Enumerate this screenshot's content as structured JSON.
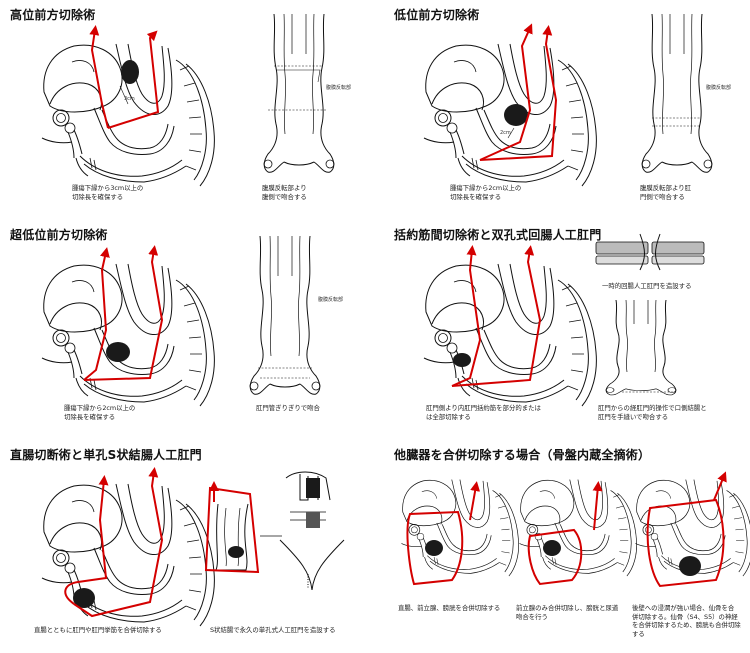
{
  "panels": [
    {
      "title": "高位前方切除術",
      "caption1": "腫瘍下縁から3cm以上の\n切除長を確保する",
      "caption2": "腹膜反転部より\n腹側で吻合する",
      "label_margin": "3cm",
      "label_refl": "腹膜反転部"
    },
    {
      "title": "低位前方切除術",
      "caption1": "腫瘍下縁から2cm以上の\n切除長を確保する",
      "caption2": "腹膜反転部より肛\n門側で吻合する",
      "label_margin": "2cm",
      "label_refl": "腹膜反転部"
    },
    {
      "title": "超低位前方切除術",
      "caption1": "腫瘍下縁から2cm以上の\n切除長を確保する",
      "caption2": "肛門管ぎりぎりで吻合",
      "label_refl": "腹膜反転部"
    },
    {
      "title": "括約筋間切除術と双孔式回腸人工肛門",
      "caption1": "肛門側より内肛門括約筋を部分的または\nは全部切除する",
      "caption2": "一時的回腸人工肛門を造設する",
      "caption3": "肛門からの経肛門的操作で口側結腸と\n肛門を手縫いで吻合する"
    },
    {
      "title": "直腸切断術と単孔S状結腸人工肛門",
      "caption1": "直腸とともに肛門や肛門挙筋を合併切除する",
      "caption2": "S状結腸で永久の単孔式人工肛門を造設する"
    },
    {
      "title": "他臓器を合併切除する場合（骨盤内蔵全摘術）",
      "caption1": "直腸、前立腺、膀胱を合併切除する",
      "caption2": "前立腺のみ合併切除し、膀胱と尿道\n吻合を行う",
      "caption3": "後壁への浸潤が強い場合、仙骨を合\n併切除する。仙骨（S4、S5）の神経\nを合併切除するため、膀胱も合併切除\nする"
    }
  ]
}
